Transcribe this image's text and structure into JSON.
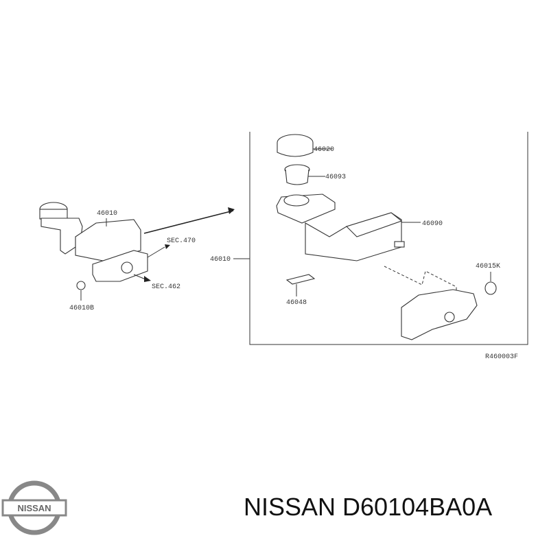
{
  "diagram": {
    "overview_labels": {
      "assembly": "46010",
      "sec_470": "SEC.470",
      "sec_462": "SEC.462",
      "nut": "46010B"
    },
    "detail_labels": {
      "cap": "46020",
      "strainer": "46093",
      "reservoir": "46090",
      "assembly": "46010",
      "seal": "46015K",
      "pad": "46048"
    },
    "figure_code": "R460003F"
  },
  "logo": {
    "text": "NISSAN"
  },
  "product_title": "NISSAN D60104BA0A"
}
